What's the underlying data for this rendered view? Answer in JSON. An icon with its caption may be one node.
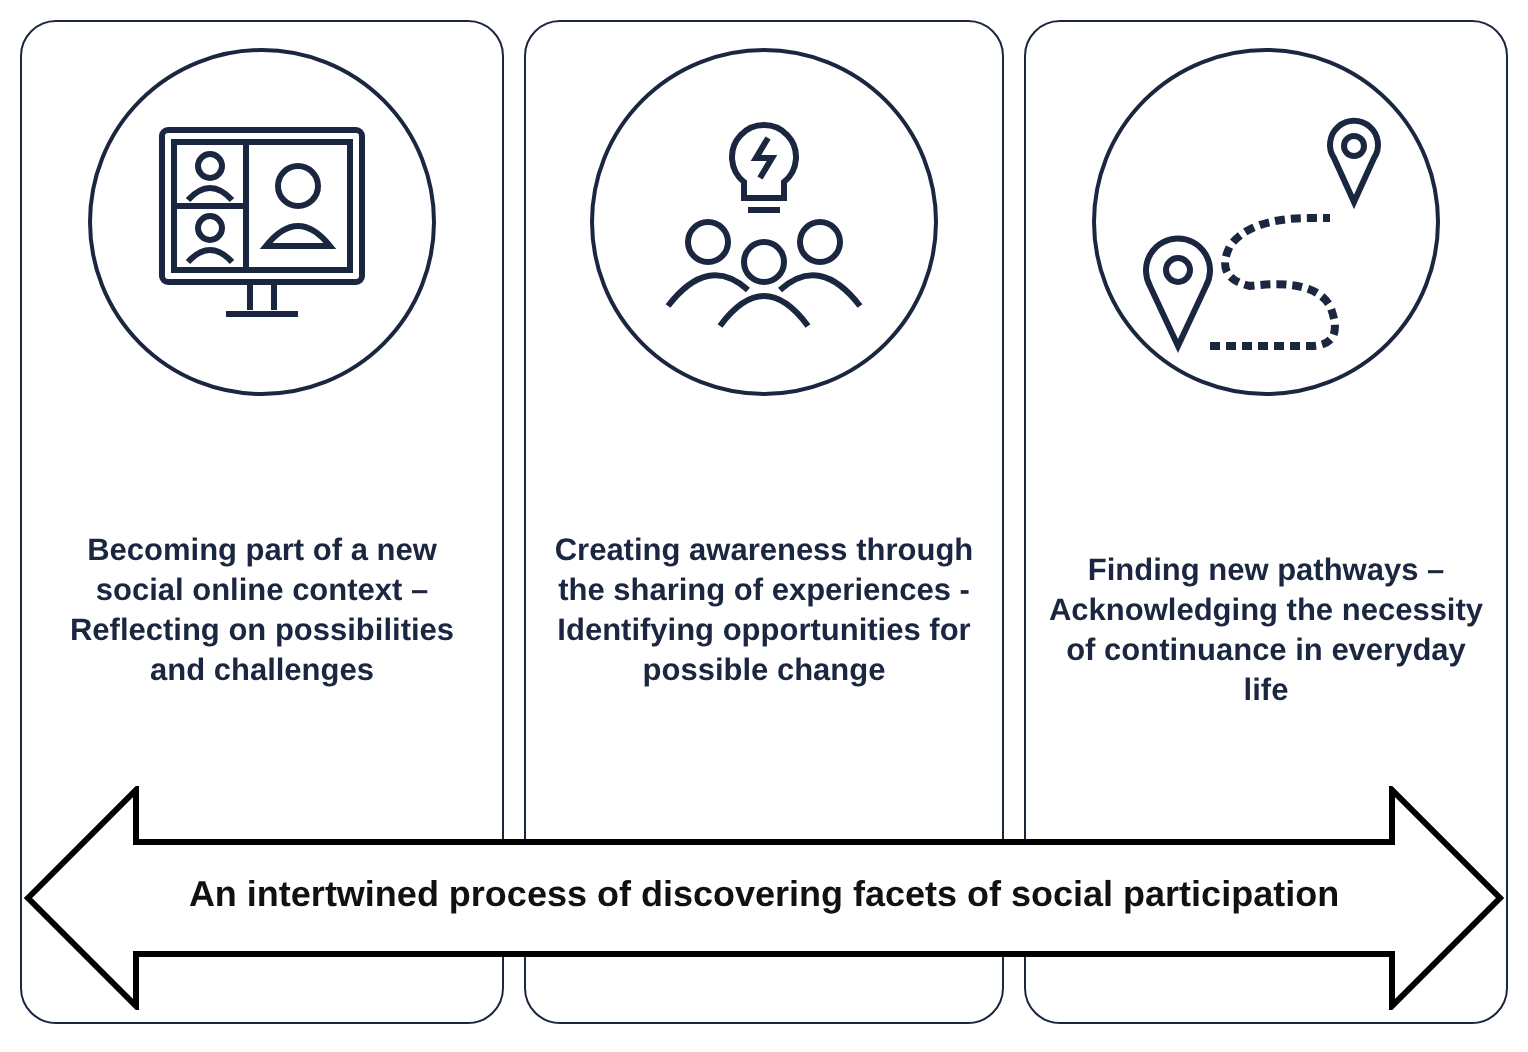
{
  "diagram": {
    "nodes": [
      {
        "text": [
          "Becoming part of a new social online context – Reflecting on possibilities and challenges"
        ]
      },
      {
        "text": [
          "Creating awareness through the sharing of experiences - Identifying opportunities for possible change"
        ]
      },
      {
        "text": [
          "Finding new pathways – Acknowledging the necessity of continuance in everyday life"
        ]
      },
      {
        "text": [
          "An intertwined process of discovering facets of social participation"
        ]
      }
    ]
  }
}
